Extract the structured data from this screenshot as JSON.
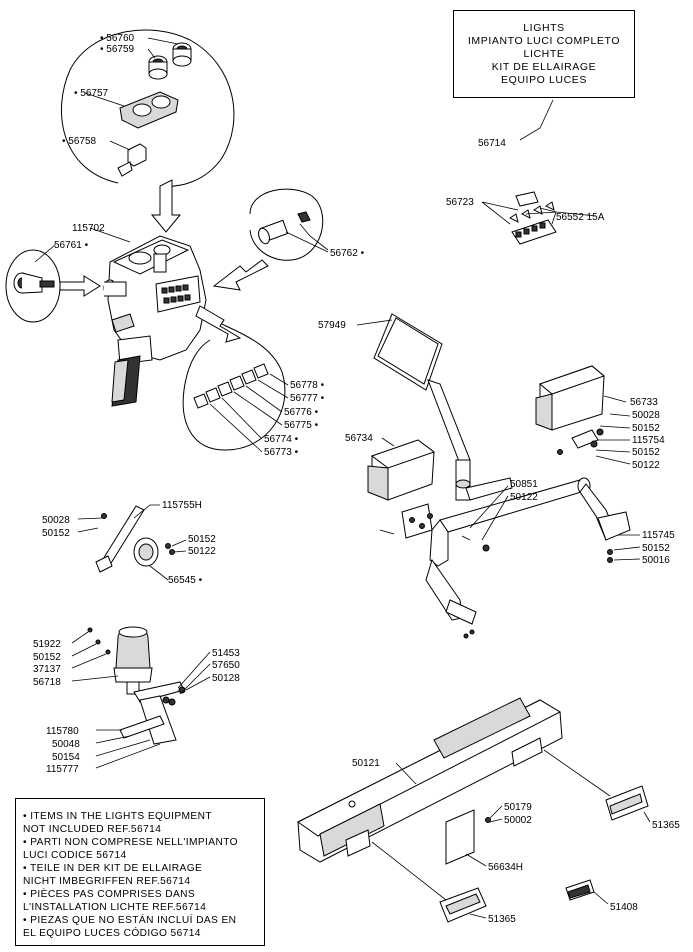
{
  "title_lines": [
    "LIGHTS",
    "IMPIANTO  LUCI  COMPLETO",
    "LICHTE",
    "KIT  DE  ELLAIRAGE",
    "EQUIPO  LUCES"
  ],
  "note_lines": [
    "• ITEMS  IN  THE  LIGHTS  EQUIPMENT",
    "   NOT  INCLUDED  REF.56714",
    "• PARTI  NON  COMPRESE  NELL'IMPIANTO",
    "   LUCI  CODICE  56714",
    "• TEILE  IN  DER  KIT  DE  ELLAIRAGE",
    "   NICHT  IMBEGRIFFEN  REF.56714",
    "• PIÈCES  PAS  COMPRISES  DANS",
    "   L'INSTALLATION  LICHTE  REF.56714",
    "• PIEZAS  QUE  NO  ESTÁN  INCLUÍ DAS  EN",
    "   EL  EQUIPO  LUCES  CÓDIGO  56714"
  ],
  "labels": {
    "p56760": "• 56760",
    "p56759": "• 56759",
    "p56757": "• 56757",
    "p56758": "• 56758",
    "p115702": "115702",
    "p56761": "56761 •",
    "p56762": "56762 •",
    "p56714": "56714",
    "p56723": "56723",
    "p56552": "56552  15A",
    "p57949": "57949",
    "p56778": "56778 •",
    "p56777": "56777 •",
    "p56776": "56776 •",
    "p56775": "56775 •",
    "p56774": "56774 •",
    "p56773": "56773 •",
    "p56733": "56733",
    "p50028a": "50028",
    "p50152a": "50152",
    "p115754": "115754",
    "p50152b": "50152",
    "p50122a": "50122",
    "p56734": "56734",
    "p50851": "50851",
    "p50122b": "50122",
    "p115745": "115745",
    "p50152c": "50152",
    "p50016": "50016",
    "p50028b": "50028",
    "p50152d": "50152",
    "p115755H": "115755H",
    "p50152e": "50152",
    "p50122c": "50122",
    "p56545": "56545 •",
    "p51922": "51922",
    "p50152f": "50152",
    "p37137": "37137",
    "p56718": "56718",
    "p51453": "51453",
    "p57650": "57650",
    "p50128": "50128",
    "p115780": "115780",
    "p50048": "50048",
    "p50154": "50154",
    "p115777": "115777",
    "p50121": "50121",
    "p50179": "50179",
    "p50002": "50002",
    "p56634H": "56634H",
    "p51365a": "51365",
    "p51365b": "51365",
    "p51408": "51408"
  }
}
